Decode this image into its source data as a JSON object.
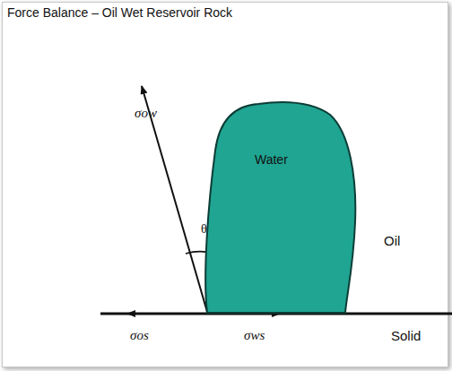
{
  "diagram": {
    "title": "Force Balance – Oil Wet Reservoir Rock",
    "nodes": [
      {
        "text": [
          "Water"
        ]
      }
    ],
    "labels": [
      "σow",
      "θ",
      "Oil",
      "σos",
      "σws",
      "Solid"
    ]
  }
}
